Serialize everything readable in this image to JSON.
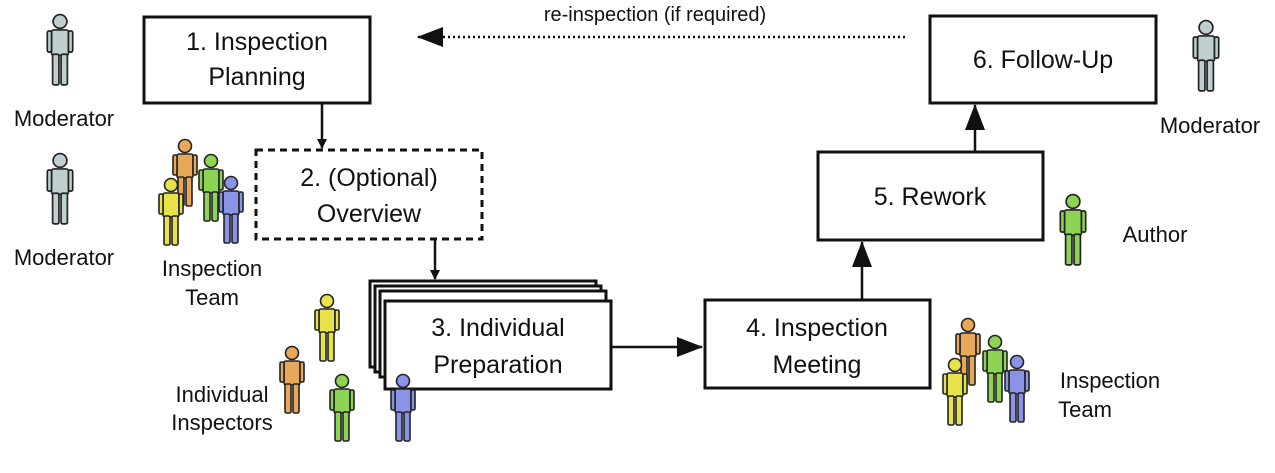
{
  "stages": {
    "planning": {
      "line1": "1. Inspection",
      "line2": "Planning"
    },
    "overview": {
      "line1": "2. (Optional)",
      "line2": "Overview"
    },
    "preparation": {
      "line1": "3. Individual",
      "line2": "Preparation"
    },
    "meeting": {
      "line1": "4. Inspection",
      "line2": "Meeting"
    },
    "rework": {
      "line1": "5. Rework"
    },
    "followup": {
      "line1": "6. Follow-Up"
    }
  },
  "roles": {
    "moderator_top": "Moderator",
    "moderator_mid": "Moderator",
    "inspection_team_left": {
      "line1": "Inspection",
      "line2": "Team"
    },
    "individual_inspectors": {
      "line1": "Individual",
      "line2": "Inspectors"
    },
    "inspection_team_right": {
      "line1": "Inspection",
      "line2": "Team"
    },
    "author": "Author",
    "moderator_right": "Moderator"
  },
  "loop_label": "re-inspection (if required)",
  "colors": {
    "moderator": "#bfcfcf",
    "orange": "#e8a85a",
    "green": "#8ed454",
    "yellow": "#e8e24a",
    "blue": "#8a94e6",
    "line": "#111111"
  }
}
